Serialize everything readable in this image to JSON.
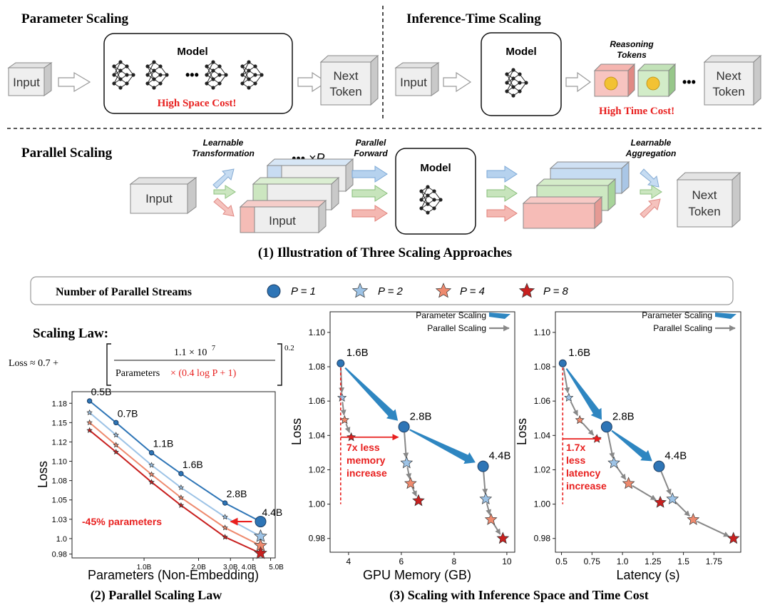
{
  "top": {
    "parameter_scaling": {
      "title": "Parameter Scaling",
      "input": "Input",
      "model": "Model",
      "ellipsis": "•••",
      "cost": "High Space Cost!",
      "next1": "Next",
      "next2": "Token"
    },
    "inference_scaling": {
      "title": "Inference-Time Scaling",
      "input": "Input",
      "model": "Model",
      "reasoning1": "Reasoning",
      "reasoning2": "Tokens",
      "ellipsis": "•••",
      "cost": "High Time Cost!",
      "next1": "Next",
      "next2": "Token"
    }
  },
  "parallel": {
    "title": "Parallel Scaling",
    "learnable_transformation1": "Learnable",
    "learnable_transformation2": "Transformation",
    "times_p": "••• ×P",
    "parallel_forward1": "Parallel",
    "parallel_forward2": "Forward",
    "learnable_aggregation1": "Learnable",
    "learnable_aggregation2": "Aggregation",
    "input_outer": "Input",
    "input_inner": "Input",
    "model": "Model",
    "next1": "Next",
    "next2": "Token"
  },
  "caption1": "(1) Illustration of Three Scaling Approaches",
  "legend": {
    "title": "Number of Parallel Streams",
    "items": [
      "P = 1",
      "P = 2",
      "P = 4",
      "P = 8"
    ],
    "colors": [
      "#2e75b6",
      "#9dc3e6",
      "#ee8a6e",
      "#c8201f"
    ]
  },
  "scaling_law": {
    "heading": "Scaling Law:",
    "formula_prefix": "Loss ≈ 0.7 +",
    "numerator": "1.1 × 10",
    "numerator_exp": "7",
    "denominator_a": "Parameters",
    "denominator_b": "× (0.4 log P + 1)",
    "power": "0.2"
  },
  "captions": {
    "c2": "(2) Parallel Scaling Law",
    "c3": "(3) Scaling with Inference Space and Time Cost"
  },
  "colors": {
    "p1": "#2e75b6",
    "p2": "#9dc3e6",
    "p4": "#ee8a6e",
    "p8": "#c8201f",
    "red": "#e8201f",
    "blue": "#2e86c1",
    "gray": "#888888"
  },
  "chart_data": [
    {
      "type": "line",
      "xlabel": "Parameters (Non-Embedding)",
      "ylabel": "Loss",
      "xscale": "log",
      "xlim": [
        0.4,
        5.3
      ],
      "ylim": [
        0.975,
        1.19
      ],
      "xticks": [
        1.0,
        2.0,
        3.0,
        4.0,
        5.0
      ],
      "xtick_labels": [
        "1.0B",
        "2.0B",
        "3.0B",
        "4.0B",
        "5.0B"
      ],
      "yticks": [
        0.98,
        1.0,
        1.025,
        1.05,
        1.075,
        1.1,
        1.125,
        1.15,
        1.175
      ],
      "ytick_labels": [
        "0.98",
        "1.0",
        "1.03",
        "1.05",
        "1.08",
        "1.10",
        "1.12",
        "1.15",
        "1.18"
      ],
      "x": [
        0.5,
        0.7,
        1.1,
        1.6,
        2.8,
        4.4
      ],
      "point_labels": [
        "0.5B",
        "0.7B",
        "1.1B",
        "1.6B",
        "2.8B",
        "4.4B"
      ],
      "series": [
        {
          "name": "P = 1",
          "values": [
            1.178,
            1.15,
            1.111,
            1.084,
            1.046,
            1.022
          ]
        },
        {
          "name": "P = 2",
          "values": [
            1.163,
            1.134,
            1.095,
            1.066,
            1.028,
            1.003
          ]
        },
        {
          "name": "P = 4",
          "values": [
            1.15,
            1.121,
            1.083,
            1.053,
            1.014,
            0.991
          ]
        },
        {
          "name": "P = 8",
          "values": [
            1.14,
            1.112,
            1.073,
            1.043,
            1.002,
            0.981
          ]
        }
      ],
      "annotation": "-45% parameters"
    },
    {
      "type": "scatter",
      "xlabel": "GPU Memory (GB)",
      "ylabel": "Loss",
      "xlim": [
        3.3,
        10.3
      ],
      "ylim": [
        0.972,
        1.112
      ],
      "xticks": [
        4,
        6,
        8,
        10
      ],
      "yticks": [
        0.98,
        1.0,
        1.02,
        1.04,
        1.06,
        1.08,
        1.1
      ],
      "ytick_labels": [
        "0.98",
        "1.00",
        "1.02",
        "1.04",
        "1.06",
        "1.08",
        "1.10"
      ],
      "legend": [
        "Parameter Scaling",
        "Parallel Scaling"
      ],
      "point_labels": [
        "1.6B",
        "2.8B",
        "4.4B"
      ],
      "groups": [
        {
          "points": [
            [
              3.7,
              1.082
            ],
            [
              3.75,
              1.062
            ],
            [
              3.85,
              1.049
            ],
            [
              4.1,
              1.039
            ]
          ]
        },
        {
          "points": [
            [
              6.1,
              1.045
            ],
            [
              6.2,
              1.024
            ],
            [
              6.35,
              1.012
            ],
            [
              6.65,
              1.002
            ]
          ]
        },
        {
          "points": [
            [
              9.1,
              1.022
            ],
            [
              9.2,
              1.003
            ],
            [
              9.4,
              0.991
            ],
            [
              9.85,
              0.98
            ]
          ]
        }
      ],
      "annotation": [
        "7x less",
        "memory",
        "increase"
      ]
    },
    {
      "type": "scatter",
      "xlabel": "Latency (s)",
      "ylabel": "Loss",
      "xlim": [
        0.45,
        1.97
      ],
      "ylim": [
        0.972,
        1.112
      ],
      "xticks": [
        0.5,
        0.75,
        1.0,
        1.25,
        1.5,
        1.75
      ],
      "xtick_labels": [
        "0.5",
        "0.75",
        "1.0",
        "1.25",
        "1.5",
        "1.75"
      ],
      "yticks": [
        0.98,
        1.0,
        1.02,
        1.04,
        1.06,
        1.08,
        1.1
      ],
      "ytick_labels": [
        "0.98",
        "1.00",
        "1.02",
        "1.04",
        "1.06",
        "1.08",
        "1.10"
      ],
      "legend": [
        "Parameter Scaling",
        "Parallel Scaling"
      ],
      "point_labels": [
        "1.6B",
        "2.8B",
        "4.4B"
      ],
      "groups": [
        {
          "points": [
            [
              0.51,
              1.082
            ],
            [
              0.56,
              1.062
            ],
            [
              0.65,
              1.049
            ],
            [
              0.79,
              1.038
            ]
          ]
        },
        {
          "points": [
            [
              0.87,
              1.045
            ],
            [
              0.93,
              1.024
            ],
            [
              1.05,
              1.012
            ],
            [
              1.31,
              1.001
            ]
          ]
        },
        {
          "points": [
            [
              1.3,
              1.022
            ],
            [
              1.41,
              1.003
            ],
            [
              1.58,
              0.991
            ],
            [
              1.91,
              0.98
            ]
          ]
        }
      ],
      "annotation": [
        "1.7x",
        "less",
        "latency",
        "increase"
      ]
    }
  ]
}
